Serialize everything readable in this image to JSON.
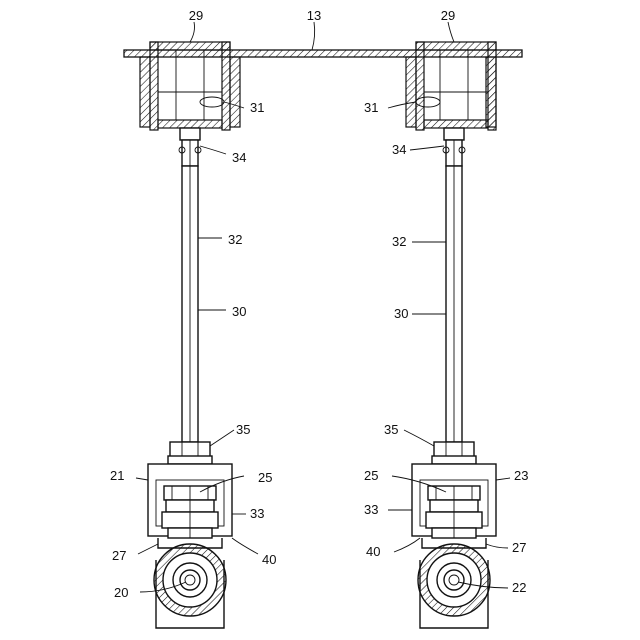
{
  "colors": {
    "ink": "#111111",
    "paper": "#ffffff"
  },
  "labels": {
    "ceiling": "13",
    "left": {
      "bracket": "29",
      "pin_hole": "31",
      "top_clip": "34",
      "rod": "32",
      "tube": "30",
      "bottom_clip": "35",
      "assembly": "21",
      "clamp": "25",
      "nut": "33",
      "clip_plate": "27",
      "collar": "40",
      "pipe": "20"
    },
    "right": {
      "bracket": "29",
      "pin_hole": "31",
      "top_clip": "34",
      "rod": "32",
      "tube": "30",
      "bottom_clip": "35",
      "assembly": "23",
      "clamp": "25",
      "nut": "33",
      "clip_plate": "27",
      "collar": "40",
      "pipe": "22"
    }
  }
}
